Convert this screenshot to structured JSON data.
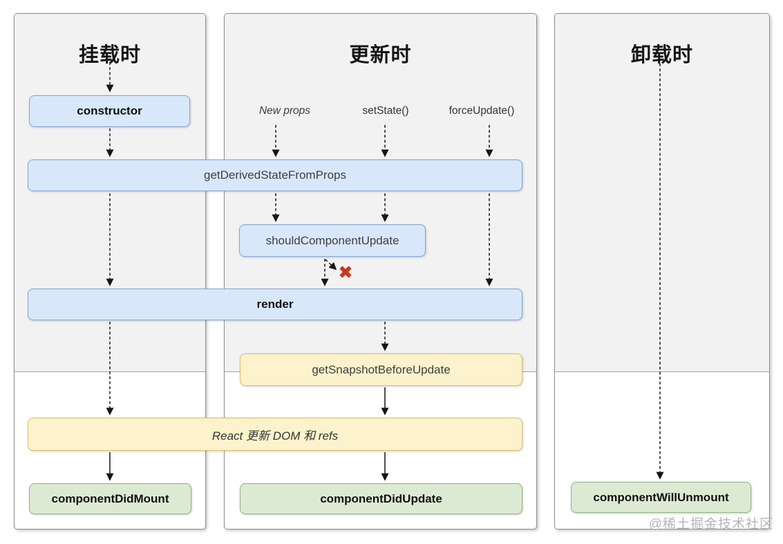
{
  "diagram": {
    "columns": [
      {
        "id": "mounting",
        "title": "挂载时"
      },
      {
        "id": "updating",
        "title": "更新时"
      },
      {
        "id": "unmounting",
        "title": "卸载时"
      }
    ],
    "triggers": {
      "new_props": "New props",
      "set_state": "setState()",
      "force_update": "forceUpdate()"
    },
    "boxes": {
      "constructor": "constructor",
      "get_derived_state_from_props": "getDerivedStateFromProps",
      "should_component_update": "shouldComponentUpdate",
      "render": "render",
      "get_snapshot_before_update": "getSnapshotBeforeUpdate",
      "react_updates_dom": "React 更新 DOM 和 refs",
      "component_did_mount": "componentDidMount",
      "component_did_update": "componentDidUpdate",
      "component_will_unmount": "componentWillUnmount"
    },
    "icons": {
      "cancel": "✖"
    },
    "watermark": "@稀土掘金技术社区",
    "colors": {
      "panel_gray": "#f2f2f2",
      "blue_fill": "#d9e7fa",
      "blue_border": "#7fa6d8",
      "yellow_fill": "#fcf2cb",
      "yellow_border": "#ddbe6d",
      "green_fill": "#dcead3",
      "green_border": "#8fb382",
      "cancel_red": "#c9381f",
      "arrow_black": "#161616"
    }
  }
}
